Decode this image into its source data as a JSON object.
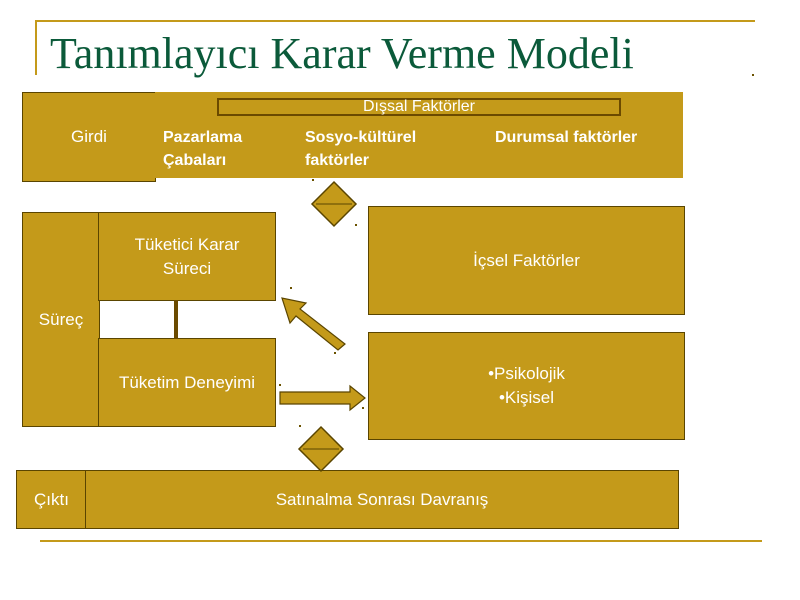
{
  "title": "Tanımlayıcı Karar Verme Modeli",
  "input": {
    "label": "Girdi",
    "external_factors": "Dışsal Faktörler",
    "factors": [
      "Pazarlama Çabaları",
      "Sosyo-kültürel faktörler",
      "Durumsal faktörler"
    ]
  },
  "process": {
    "label": "Süreç",
    "decision": "Tüketici Karar Süreci",
    "experience": "Tüketim Deneyimi",
    "internal_factors": "İçsel Faktörler",
    "internal_items": [
      "•Psikolojik",
      "•Kişisel"
    ]
  },
  "output": {
    "label": "Çıktı",
    "behavior": "Satınalma Sonrası Davranış"
  },
  "colors": {
    "box": "#c49a1a",
    "title": "#0b5a3a",
    "border": "#5a4500"
  }
}
